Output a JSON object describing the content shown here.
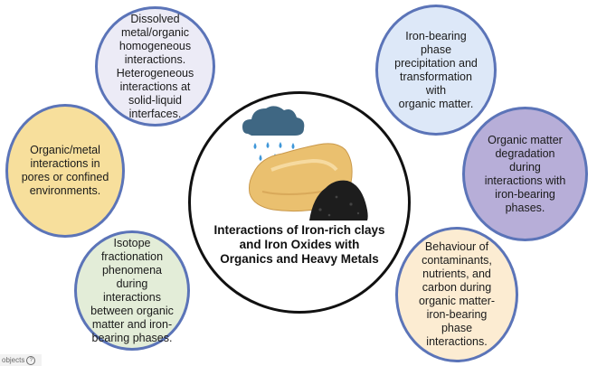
{
  "bubbles": {
    "top_left": [
      "Dissolved",
      "metal/organic",
      "homogeneous",
      "interactions.",
      "Heterogeneous",
      "interactions at",
      "solid-liquid",
      "interfaces."
    ],
    "left": [
      "Organic/metal",
      "interactions in",
      "pores or confined",
      "environments."
    ],
    "bottom_left": [
      "Isotope",
      "fractionation",
      "phenomena",
      "during",
      "interactions",
      "between organic",
      "matter and iron-",
      "bearing phases."
    ],
    "top_right": [
      "Iron-bearing phase",
      "precipitation and",
      "transformation with",
      "organic matter."
    ],
    "right": [
      "Organic matter",
      "degradation",
      "during",
      "interactions with",
      "iron-bearing",
      "phases."
    ],
    "bottom_right": [
      "Behaviour of",
      "contaminants,",
      "nutrients, and",
      "carbon during",
      "organic matter-",
      "iron-bearing",
      "phase",
      "interactions."
    ]
  },
  "center": {
    "title_lines": [
      "Interactions of Iron-rich clays",
      "and Iron Oxides with",
      "Organics and Heavy Metals"
    ]
  },
  "footer": {
    "label": "objects",
    "help_glyph": "?"
  },
  "colors": {
    "bubble_border": "#5b74b8",
    "top_left_fill": "#ecebf6",
    "left_fill": "#f7df9c",
    "bottom_left_fill": "#e3edd8",
    "top_right_fill": "#dde8f8",
    "right_fill": "#b7aed8",
    "bottom_right_fill": "#fcecd2",
    "cloud": "#3f6783",
    "raindrop": "#3f97d9",
    "clay": "#eac06f",
    "soil": "#1d1d1d"
  },
  "icons": {
    "weather": "rain-cloud-icon",
    "clay": "clay-rock-icon",
    "soil": "soil-pile-icon"
  }
}
